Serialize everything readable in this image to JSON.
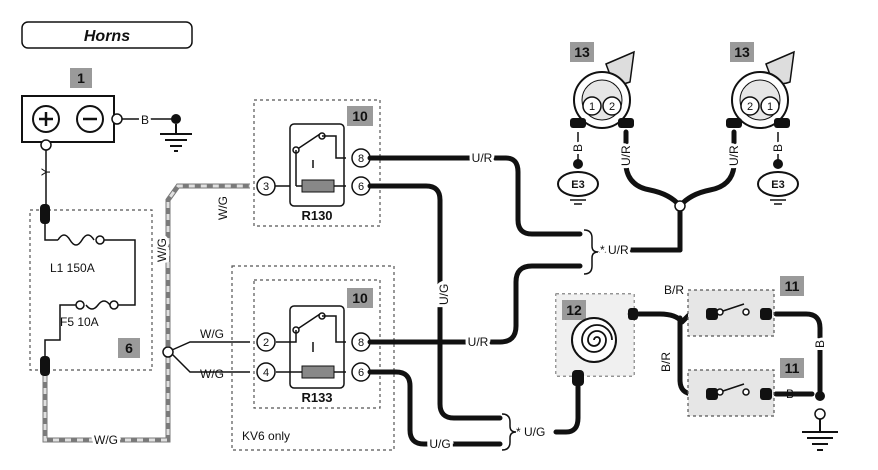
{
  "title": "Horns",
  "components": {
    "battery": {
      "badge": "1"
    },
    "fusebox": {
      "badge": "6",
      "fuse1": "L1 150A",
      "fuse2": "F5 10A"
    },
    "relay_r130": {
      "badge": "10",
      "name": "R130",
      "pins": [
        "3",
        "8",
        "6"
      ]
    },
    "relay_r133": {
      "badge": "10",
      "name": "R133",
      "pins": [
        "2",
        "4",
        "8",
        "6"
      ],
      "note": "KV6 only"
    },
    "horn_left": {
      "badge": "13",
      "pins": [
        "1",
        "2"
      ],
      "ground": "E3"
    },
    "horn_right": {
      "badge": "13",
      "pins": [
        "2",
        "1"
      ],
      "ground": "E3"
    },
    "rotary_coupler": {
      "badge": "12"
    },
    "switch_top": {
      "badge": "11"
    },
    "switch_bottom": {
      "badge": "11"
    }
  },
  "wire_labels": {
    "batt_b": "B",
    "batt_y": "Y",
    "wg_vertical": "W/G",
    "wg_top": "W/G",
    "wg_in1": "W/G",
    "wg_in2": "W/G",
    "wg_bottom": "W/G",
    "ur_r130": "U/R",
    "ur_r133": "U/R",
    "ug_vertical": "U/G",
    "ug_bottom": "U/G",
    "ug_star": "* U/G",
    "ur_star": "* U/R",
    "ur_horn_left": "U/R",
    "ur_horn_right": "U/R",
    "b_horn_left": "B",
    "b_horn_right": "B",
    "br_top": "B/R",
    "br_vertical": "B/R",
    "b_switch": "B",
    "b_right_vertical": "B"
  },
  "colors": {
    "wire": "#111111",
    "shade": "#e6e6e6",
    "badge": "#9a9a9a"
  }
}
